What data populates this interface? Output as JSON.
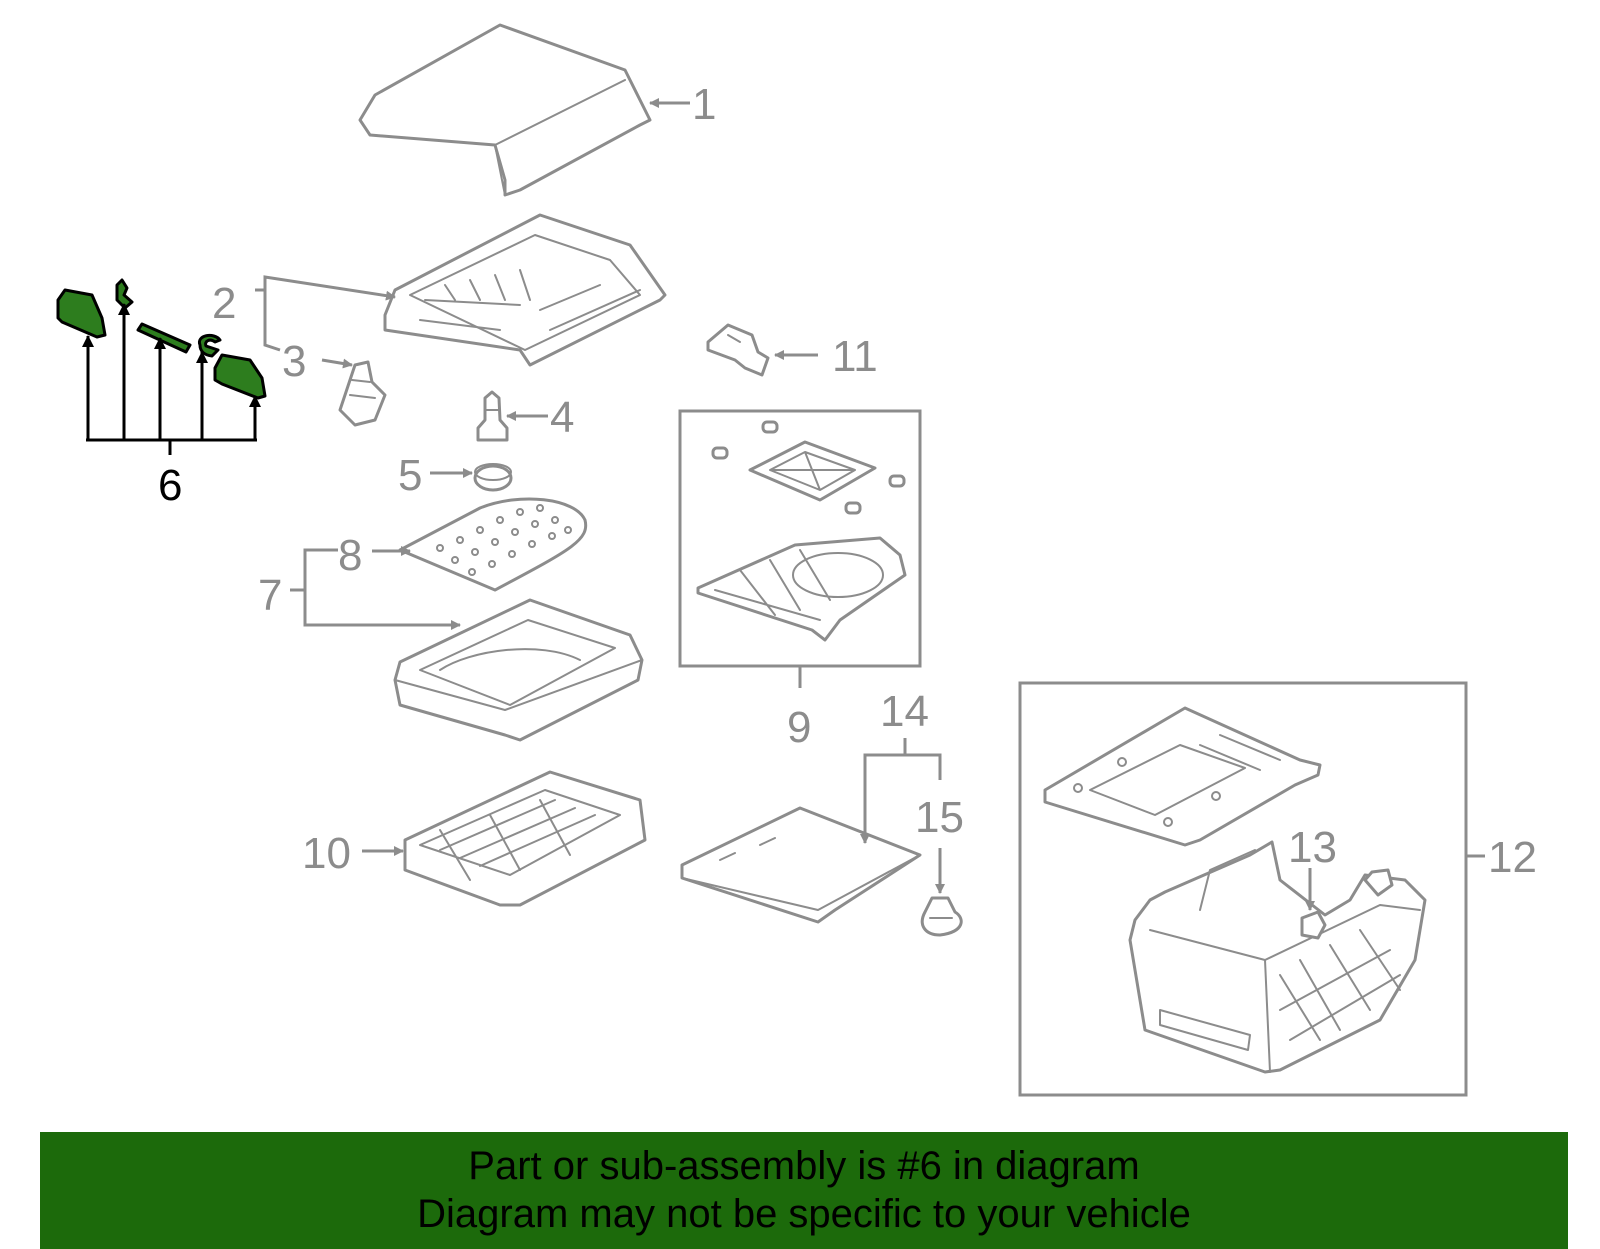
{
  "diagram": {
    "callouts": {
      "c1": "1",
      "c2": "2",
      "c3": "3",
      "c4": "4",
      "c5": "5",
      "c6": "6",
      "c7": "7",
      "c8": "8",
      "c9": "9",
      "c10": "10",
      "c11": "11",
      "c12": "12",
      "c13": "13",
      "c14": "14",
      "c15": "15"
    },
    "highlighted_part": "6",
    "colors": {
      "highlight": "#2d7d1e",
      "line": "#8c8c8c",
      "banner": "#1c6a0b"
    }
  },
  "banner": {
    "line1": "Part or sub-assembly is #6 in diagram",
    "line2": "Diagram may not be specific to your vehicle"
  }
}
